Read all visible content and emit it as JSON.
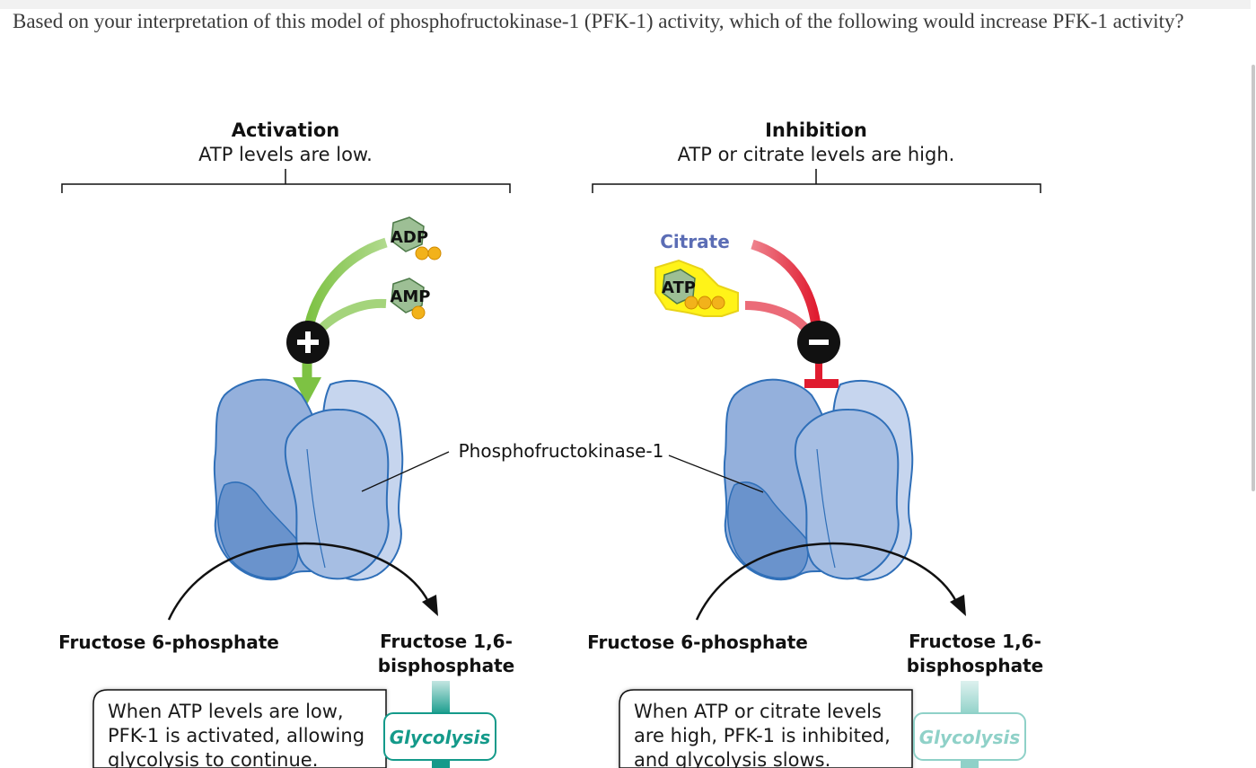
{
  "question": "Based on your interpretation of this model of phosphofructokinase-1 (PFK-1) activity, which of the following would increase PFK-1 activity?",
  "figure": {
    "activation": {
      "title": "Activation",
      "subtitle": "ATP levels are low.",
      "effector1": "ADP",
      "effector2": "AMP",
      "sign": "+",
      "substrate": "Fructose 6-phosphate",
      "product_line1": "Fructose 1,6-",
      "product_line2": "bisphosphate",
      "note_line1": "When ATP levels are low,",
      "note_line2": "PFK-1 is activated, allowing",
      "note_line3": "glycolysis to continue.",
      "pathway": "Glycolysis"
    },
    "inhibition": {
      "title": "Inhibition",
      "subtitle": "ATP or citrate levels are high.",
      "effector1": "Citrate",
      "effector2": "ATP",
      "sign": "–",
      "substrate": "Fructose 6-phosphate",
      "product_line1": "Fructose 1,6-",
      "product_line2": "bisphosphate",
      "note_line1": "When ATP or citrate levels",
      "note_line2": "are high, PFK-1 is inhibited,",
      "note_line3": "and glycolysis slows.",
      "pathway": "Glycolysis"
    },
    "enzyme_label": "Phosphofructokinase-1",
    "colors": {
      "activator_green": "#7dc243",
      "inhibitor_red": "#e01b2f",
      "protein_dark": "#6a93cc",
      "protein_mid": "#94b0dc",
      "protein_light": "#c6d5ee",
      "glycolysis_teal": "#149a8a",
      "glycolysis_faded": "#8fd1c8",
      "citrate_text": "#5b6db5",
      "nucleotide_green": "#9dbf95",
      "phosphate_yellow": "#f2b21b"
    }
  }
}
